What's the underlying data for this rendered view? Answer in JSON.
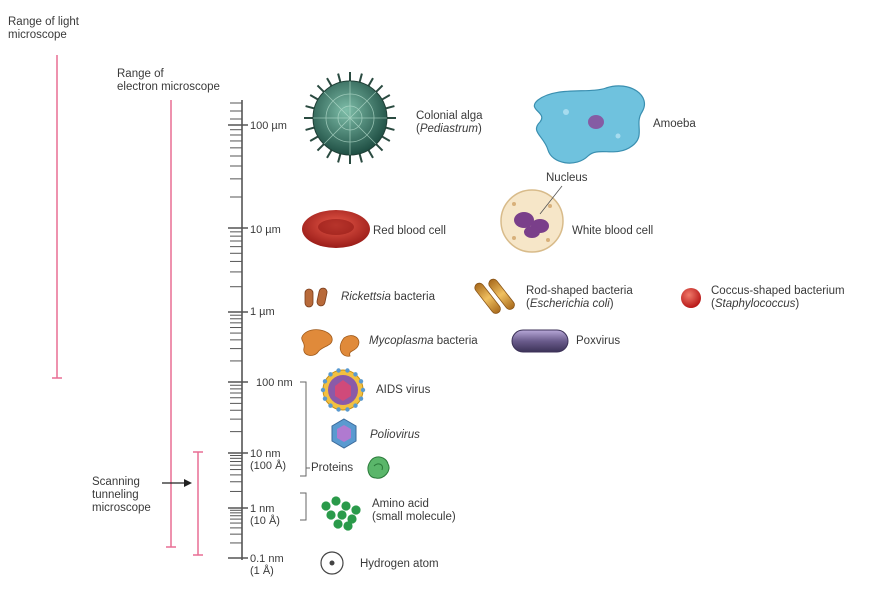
{
  "ranges": {
    "light_microscope": {
      "line1": "Range of light",
      "line2": "microscope"
    },
    "electron_microscope": {
      "line1": "Range of",
      "line2": "electron microscope"
    },
    "scanning_tunneling": {
      "line1": "Scanning",
      "line2": "tunneling",
      "line3": "microscope"
    }
  },
  "scale_ticks": [
    {
      "line1": "100 µm",
      "line2": ""
    },
    {
      "line1": "10 µm",
      "line2": ""
    },
    {
      "line1": "1 µm",
      "line2": ""
    },
    {
      "line1": "100 nm",
      "line2": ""
    },
    {
      "line1": "10 nm",
      "line2": "(100 Å)"
    },
    {
      "line1": "1 nm",
      "line2": "(10 Å)"
    },
    {
      "line1": "0.1 nm",
      "line2": "(1 Å)"
    }
  ],
  "objects": {
    "colonial_alga": {
      "line1": "Colonial alga",
      "open": "(",
      "species": "Pediastrum",
      "close": ")"
    },
    "amoeba": {
      "label": "Amoeba"
    },
    "nucleus": {
      "label": "Nucleus"
    },
    "red_blood_cell": {
      "label": "Red blood cell"
    },
    "white_blood_cell": {
      "label": "White blood cell"
    },
    "rickettsia": {
      "genus": "Rickettsia",
      "suffix": " bacteria"
    },
    "rod_bacteria": {
      "line1": "Rod-shaped bacteria",
      "open": "(",
      "species": "Escherichia coli",
      "close": ")"
    },
    "coccus_bacterium": {
      "line1": "Coccus-shaped bacterium",
      "open": "(",
      "species": "Staphylococcus",
      "close": ")"
    },
    "mycoplasma": {
      "genus": "Mycoplasma",
      "suffix": " bacteria"
    },
    "poxvirus": {
      "label": "Poxvirus"
    },
    "aids_virus": {
      "label": "AIDS virus"
    },
    "poliovirus": {
      "label": "Poliovirus"
    },
    "proteins": {
      "label": "Proteins"
    },
    "amino_acid": {
      "line1": "Amino acid",
      "line2": "(small molecule)"
    },
    "hydrogen_atom": {
      "label": "Hydrogen atom"
    }
  },
  "colors": {
    "range_bar": "#e86e94",
    "scale_line": "#555555",
    "alga": "#2f6b5c",
    "amoeba": "#5cb6d6",
    "red_blood_cell": "#c8302a",
    "bacteria": "#c9862f",
    "coccus": "#d23030",
    "poxvirus": "#6a5c8c",
    "virus": "#8a5aa8",
    "amino_acid": "#2a9a4a"
  }
}
